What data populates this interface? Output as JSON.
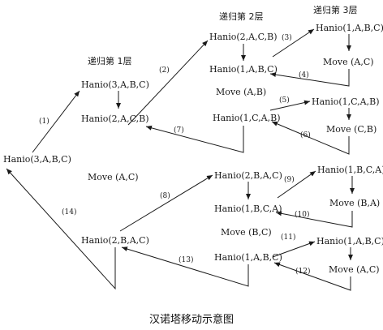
{
  "caption": "汉诺塔移动示意图",
  "levels": {
    "l1": "递归第 1层",
    "l2": "递归第 2层",
    "l3": "递归第 3层"
  },
  "nodes": {
    "root": "Hanio(3,A,B,C)",
    "a1": "Hanio(3,A,B,C)",
    "a2": "Hanio(2,A,C,B)",
    "b1": "Hanio(2,A,C,B)",
    "b2": "Hanio(1,A,B,C)",
    "c1": "Hanio(1,A,B,C)",
    "c2": "Move (A,C)",
    "b3": "Move (A,B)",
    "b4": "Hanio(1,C,A,B)",
    "d1": "Hanio(1,C,A,B)",
    "d2": "Move (C,B)",
    "a3": "Move (A,C)",
    "a4": "Hanio(2,B,A,C)",
    "e1": "Hanio(2,B,A,C)",
    "e2": "Hanio(1,B,C,A)",
    "f1": "Hanio(1,B,C,A)",
    "f2": "Move (B,A)",
    "e3": "Move (B,C)",
    "e4": "Hanio(1,A,B,C)",
    "g1": "Hanio(1,A,B,C)",
    "g2": "Move (A,C)"
  },
  "steps": {
    "s1": "(1)",
    "s2": "(2)",
    "s3": "(3)",
    "s4": "(4)",
    "s5": "(5)",
    "s6": "(6)",
    "s7": "(7)",
    "s8": "(8)",
    "s9": "(9)",
    "s10": "(10)",
    "s11": "(11)",
    "s12": "(12)",
    "s13": "(13)",
    "s14": "(14)"
  }
}
